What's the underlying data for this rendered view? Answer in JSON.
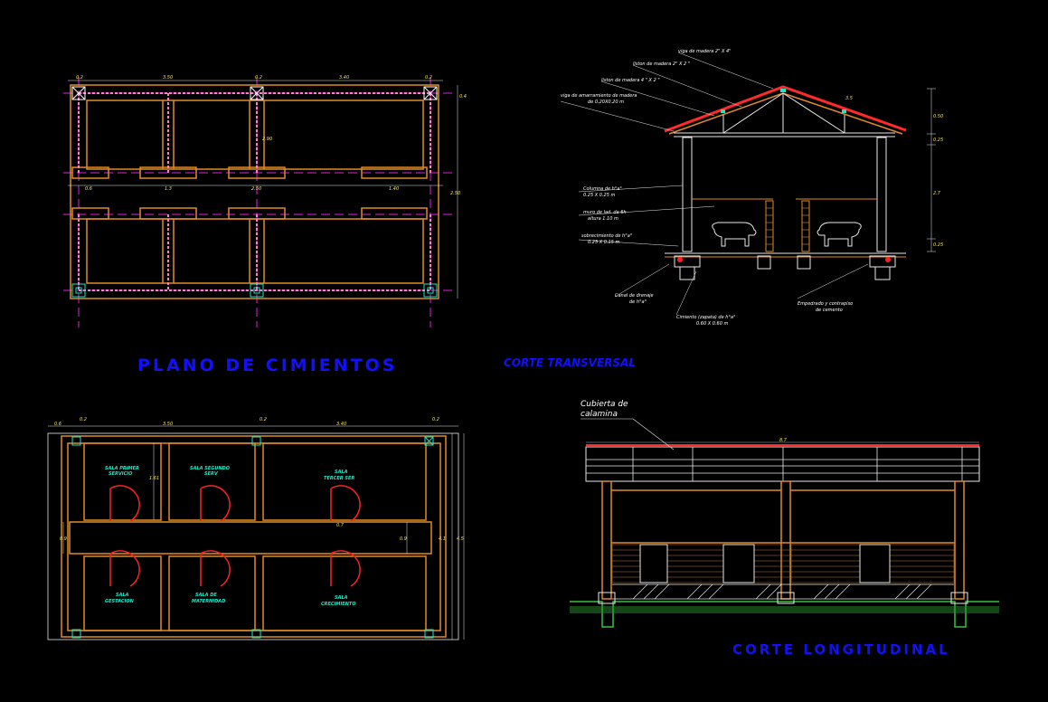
{
  "titles": {
    "foundation_plan": "PLANO DE CIMIENTOS",
    "transverse_section": "CORTE TRANSVERSAL",
    "longitudinal_section": "CORTE LONGITUDINAL"
  },
  "foundation_dims": {
    "top": [
      "0.2",
      "3.50",
      "0.2",
      "3.40",
      "0.2"
    ],
    "mid_row": [
      "0.6",
      "1.3",
      "2.50",
      "1.40"
    ],
    "right": [
      "0.4",
      "2.50"
    ],
    "inner": "2.90"
  },
  "floor_plan": {
    "top_dims": [
      "0.6",
      "0.2",
      "3.50",
      "0.2",
      "3.40",
      "0.2"
    ],
    "rooms": [
      [
        "SALA PRIMER",
        "SERVICIO"
      ],
      [
        "SALA SEGUNDO",
        "SERV"
      ],
      [
        "SALA",
        "TERCER SER"
      ],
      [
        "SALA",
        "GESTACION"
      ],
      [
        "SALA DE",
        "MATERNIDAD"
      ],
      [
        "SALA",
        "CRECIMIENTO"
      ]
    ],
    "side_dims": [
      "0.9",
      "1.61",
      "0.7",
      "0.9",
      "4.1",
      "4.5"
    ]
  },
  "transverse_labels": {
    "viga_madera": "viga de madera 2\" X 4\"",
    "liston_madera_a": "liston de madera 2\" X 2 \"",
    "liston_madera_b": "liston de madera 4 \" X 2 \"",
    "viga_amarre": [
      "viga de amarramiento de madera",
      "de 0.20X0.20 m"
    ],
    "columna": [
      "Columna de h°a°",
      "0.25 X 0.25 m"
    ],
    "muro": [
      "muro de lad. de 6h",
      "altura 1.10 m"
    ],
    "sobrecimiento": [
      "sobrecimiento de h°a°",
      "0.25 X 0.15 m"
    ],
    "canal": [
      "Canal de drenaje",
      "de h°a°"
    ],
    "cimiento": [
      "Cimiento (zapata) de h°a°",
      "0.60 X 0.60 m"
    ],
    "empedrado": [
      "Empedrado y contrapiso",
      "de cemento"
    ],
    "dims_right": [
      "0.50",
      "0.25",
      "2.7",
      "0.25"
    ],
    "roof_dim": "3.5"
  },
  "longitudinal": {
    "roof_note": [
      "Cubierta de",
      "calamina"
    ],
    "length_dim": "8.7"
  },
  "colors": {
    "background": "#000000",
    "wall": "#e08a28",
    "axis": "#e020e0",
    "hatch_pink": "#ff7ec8",
    "column_white": "#ffffff",
    "column_cyan": "#18e8c8",
    "door": "#ff2020",
    "title_blue": "#1010ff",
    "roof": "#ff2a2a",
    "ground": "#38c040",
    "brick": "#c07a30"
  }
}
